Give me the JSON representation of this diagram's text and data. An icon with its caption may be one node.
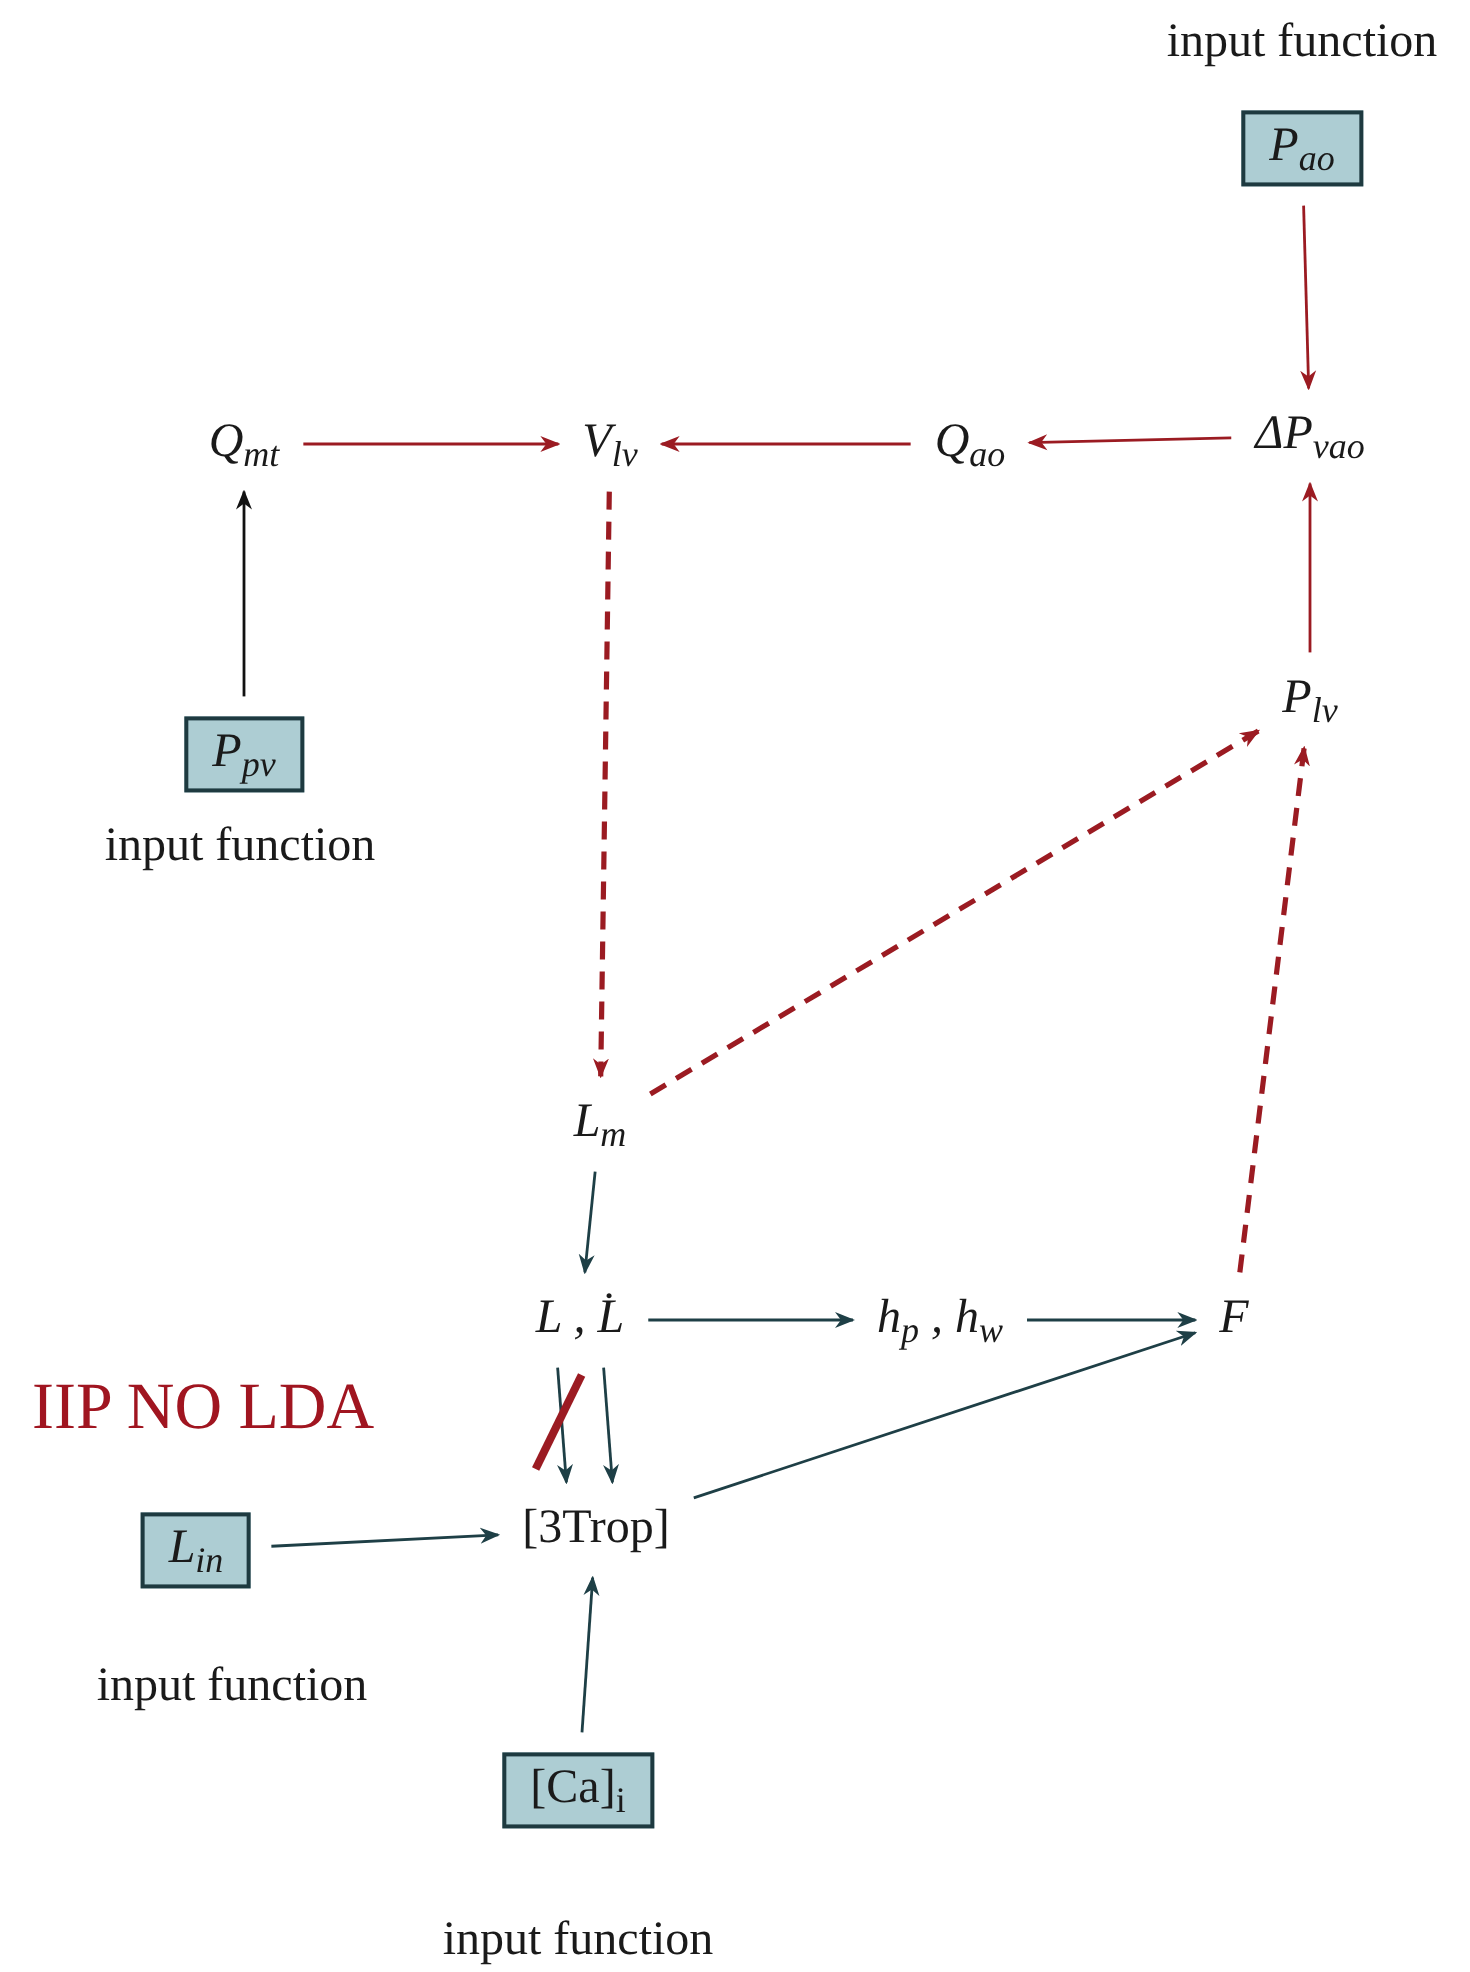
{
  "diagram": {
    "nodes": [
      {
        "text": [
          "P$_{ao}$"
        ],
        "beside": [
          "input function"
        ]
      },
      {
        "text": [
          "Q$_{mt}$"
        ]
      },
      {
        "text": [
          "V$_{lv}$"
        ]
      },
      {
        "text": [
          "Q$_{ao}$"
        ]
      },
      {
        "text": [
          "ΔP$_{vao}$"
        ]
      },
      {
        "text": [
          "P$_{pv}$"
        ],
        "beside": [
          "input function"
        ]
      },
      {
        "text": [
          "P$_{lv}$"
        ]
      },
      {
        "text": [
          "L$_{m}$"
        ]
      },
      {
        "text": [
          "L , L̇"
        ]
      },
      {
        "text": [
          "h$_{p}$ , h$_{w}$"
        ]
      },
      {
        "text": [
          "F"
        ]
      },
      {
        "text": [
          "L$_{in}$"
        ],
        "beside": [
          "input function"
        ]
      },
      {
        "text": [
          "[3Trop]"
        ]
      },
      {
        "text": [
          "[Ca]$_{i}$"
        ],
        "beside": [
          "input function"
        ]
      }
    ],
    "edges": [
      {
        "from": 0,
        "to": 4,
        "arrow": "to",
        "color": "#9b1b22"
      },
      {
        "from": 1,
        "to": 2,
        "arrow": "to",
        "color": "#9b1b22"
      },
      {
        "from": 3,
        "to": 2,
        "arrow": "to",
        "color": "#9b1b22"
      },
      {
        "from": 4,
        "to": 3,
        "arrow": "to",
        "color": "#9b1b22"
      },
      {
        "from": 5,
        "to": 1,
        "arrow": "to",
        "color": "#111111"
      },
      {
        "from": 6,
        "to": 4,
        "arrow": "to",
        "color": "#9b1b22"
      },
      {
        "from": 2,
        "to": 7,
        "arrow": "to",
        "style": "dashed",
        "color": "#9b1b22"
      },
      {
        "from": 7,
        "to": 6,
        "arrow": "to",
        "style": "dashed",
        "color": "#9b1b22"
      },
      {
        "from": 10,
        "to": 6,
        "arrow": "to",
        "style": "dashed",
        "color": "#9b1b22"
      },
      {
        "from": 7,
        "to": 8,
        "arrow": "to",
        "color": "#1e3f46"
      },
      {
        "from": 8,
        "to": 9,
        "arrow": "to",
        "color": "#1e3f46"
      },
      {
        "from": 9,
        "to": 10,
        "arrow": "to",
        "color": "#1e3f46"
      },
      {
        "from": 8,
        "to": 12,
        "arrow": "to",
        "color": "#1e3f46"
      },
      {
        "from": 8,
        "to": 12,
        "arrow": "to",
        "color": "#1e3f46"
      },
      {
        "from": 11,
        "to": 12,
        "arrow": "to",
        "color": "#1e3f46"
      },
      {
        "from": 12,
        "to": 10,
        "arrow": "to",
        "color": "#1e3f46"
      },
      {
        "from": 13,
        "to": 12,
        "arrow": "to",
        "color": "#1e3f46"
      }
    ],
    "labels": [
      "IIP NO LDA"
    ]
  }
}
